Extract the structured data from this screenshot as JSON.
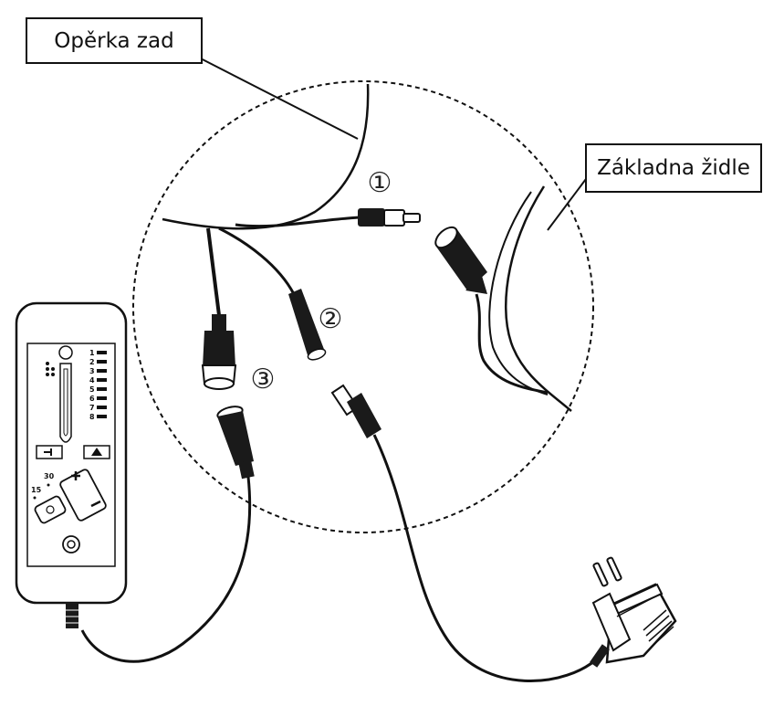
{
  "labels": {
    "backrest": "Opěrka zad",
    "chair_base": "Základna židle"
  },
  "connectors": [
    "①",
    "②",
    "③"
  ],
  "remote": {
    "levels": [
      "1",
      "2",
      "3",
      "4",
      "5",
      "6",
      "7",
      "8"
    ],
    "timer_values": [
      "15",
      "30"
    ]
  },
  "icons": [
    "remote-control-icon",
    "power-adapter-icon",
    "dc-plug-icon",
    "dc-socket-icon",
    "power-button-icon",
    "massage-icon"
  ]
}
